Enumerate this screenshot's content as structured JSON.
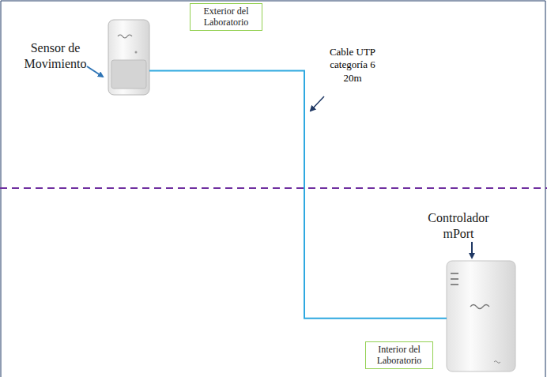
{
  "diagram": {
    "nodes": [
      {
        "text": [
          "Sensor de Movimiento"
        ]
      },
      {
        "text": [
          "Exterior del Laboratorio"
        ]
      },
      {
        "text": [
          "Controlador mPort"
        ]
      },
      {
        "text": [
          "Interior del Laboratorio"
        ]
      }
    ],
    "edges": [
      {
        "from": 0,
        "to": 2,
        "arrow": "none"
      }
    ],
    "labels": [
      "Cable UTP categoría 6 20m"
    ]
  }
}
